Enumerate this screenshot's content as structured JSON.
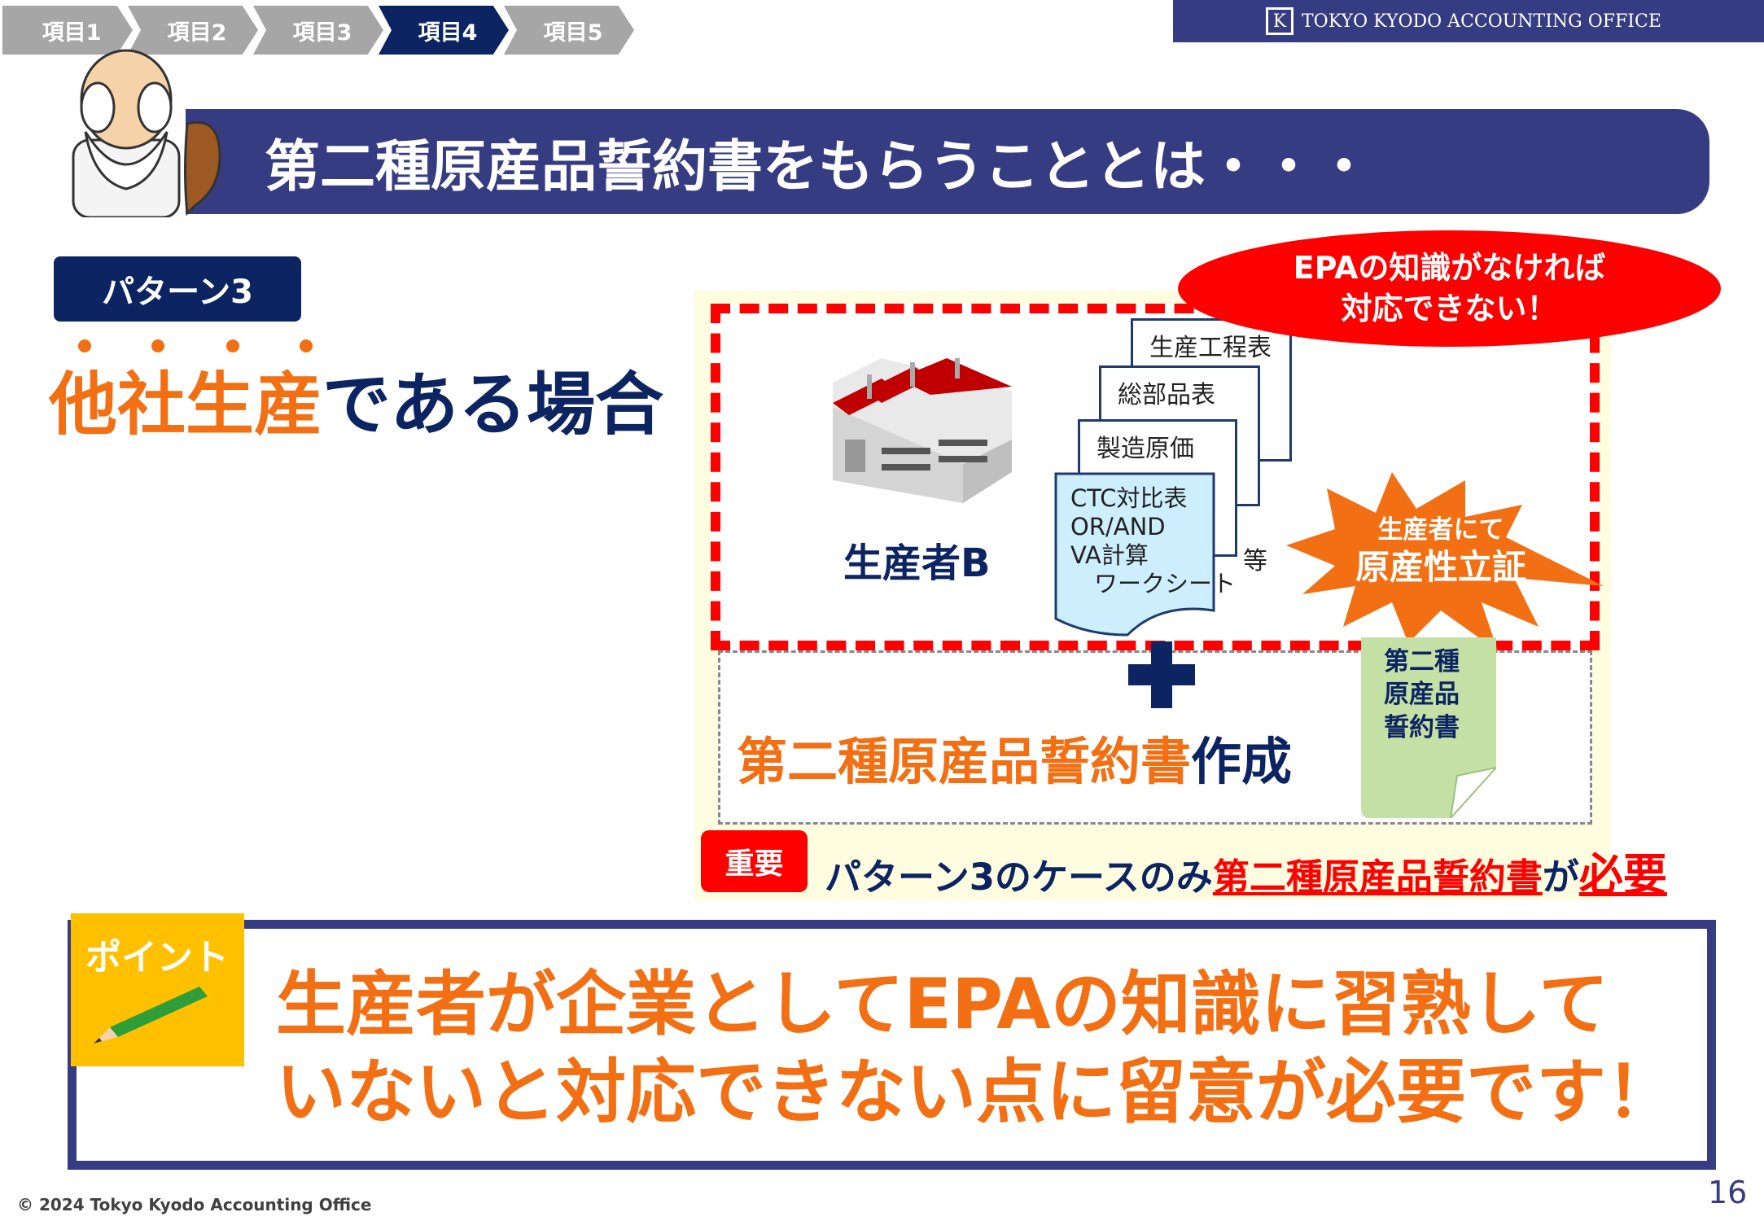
{
  "breadcrumbs": [
    {
      "label": "項目1",
      "active": false
    },
    {
      "label": "項目2",
      "active": false
    },
    {
      "label": "項目3",
      "active": false
    },
    {
      "label": "項目4",
      "active": true
    },
    {
      "label": "項目5",
      "active": false
    }
  ],
  "logo": {
    "mark": "K",
    "text": "TOKYO KYODO ACCOUNTING OFFICE"
  },
  "title": "第二種原産品誓約書をもらうこととは・・・",
  "pattern_label": "パターン3",
  "case": {
    "highlight": "他社生産",
    "rest": "である場合"
  },
  "warning_bubble": {
    "line1": "EPAの知識がなければ",
    "line2": "対応できない！"
  },
  "producer": "生産者B",
  "documents": [
    "生産工程表",
    "総部品表",
    "製造原価"
  ],
  "worksheet": {
    "lines": [
      "CTC対比表",
      "OR/AND",
      "VA計算",
      "　ワークシート"
    ]
  },
  "etc": "等",
  "burst": {
    "line1": "生産者にて",
    "line2": "原産性立証"
  },
  "make": {
    "highlight": "第二種原産品誓約書",
    "rest": "作成"
  },
  "green_doc": {
    "lines": [
      "第二種",
      "原産品",
      "誓約書"
    ]
  },
  "important": {
    "badge": "重要",
    "text1": "パターン3のケースのみ",
    "text2": "第二種原産品誓約書",
    "text3": "が",
    "text4": "必要"
  },
  "point": {
    "tag": "ポイント",
    "line1": "生産者が企業としてEPAの知識に習熟して",
    "line2": "いないと対応できない点に留意が必要です！"
  },
  "footer": {
    "copyright": "© 2024 Tokyo Kyodo Accounting Office",
    "page": "16"
  },
  "colors": {
    "navy": "#363c82",
    "dark_navy": "#0c2461",
    "orange": "#f36f13",
    "red": "#ff0000",
    "yellow": "#ffc000"
  }
}
